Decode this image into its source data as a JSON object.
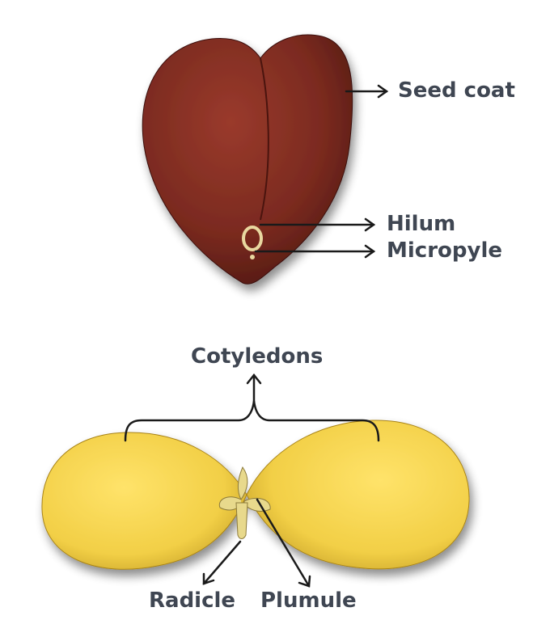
{
  "labels": {
    "seed_coat": "Seed coat",
    "hilum": "Hilum",
    "micropyle": "Micropyle",
    "cotyledons": "Cotyledons",
    "radicle": "Radicle",
    "plumule": "Plumule"
  },
  "colors": {
    "seed_coat": "#7a2a1f",
    "cotyledon": "#f2cf46",
    "embryo": "#e8d98c",
    "text": "#3f4652",
    "lines": "#1a1a1a"
  }
}
